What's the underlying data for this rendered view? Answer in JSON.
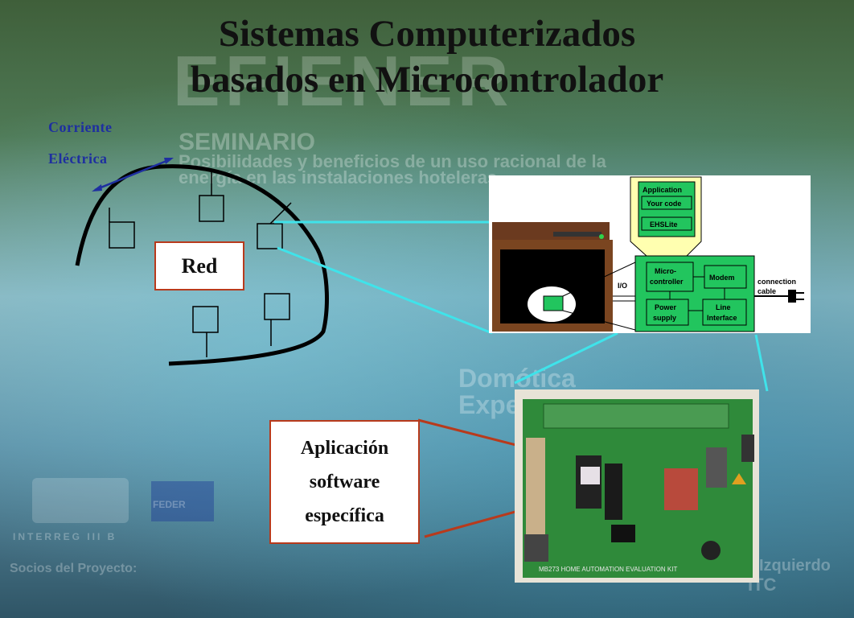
{
  "slide": {
    "title_line1": "Sistemas Computerizados",
    "title_line2": "basados en Microcontrolador"
  },
  "network": {
    "current_label_line1": "Corriente",
    "current_label_line2": "Eléctrica",
    "red_label": "Red"
  },
  "application_box": {
    "line1": "Aplicación",
    "line2": "software",
    "line3": "específica"
  },
  "block_diagram": {
    "application": "Application",
    "your_code": "Your code",
    "ehslite": "EHSLite",
    "micro_line1": "Micro-",
    "micro_line2": "controller",
    "modem": "Modem",
    "power_line1": "Power",
    "power_line2": "supply",
    "line_interface_line1": "Line",
    "line_interface_line2": "Interface",
    "io": "I/O",
    "connection_line1": "connection",
    "connection_line2": "cable"
  },
  "board": {
    "kit_label": "MB273 HOME AUTOMATION EVALUATION KIT"
  },
  "background": {
    "logo_text": "EFIENER",
    "seminar": "SEMINARIO",
    "seminar_subtitle_1": "Posibilidades y beneficios de un uso racional de la",
    "seminar_subtitle_2": "energía en las instalaciones hoteleras",
    "right_1": "Domótica",
    "right_2": "Expertos del sector",
    "feder": "FEDER",
    "interreg": "INTERREG III B",
    "partners_heading": "Socios del Proyecto:",
    "corner_1": "Izquierdo",
    "corner_2": "ITC"
  },
  "colors": {
    "title": "#111111",
    "blue_label": "#1e2fa0",
    "box_border": "#b83a1c",
    "connector_cyan": "#3fe3ea",
    "red_connector": "#b83a1c",
    "board_green": "#2f8a3a",
    "diagram_green": "#22c55e",
    "diagram_yellow": "#ffffb0"
  }
}
